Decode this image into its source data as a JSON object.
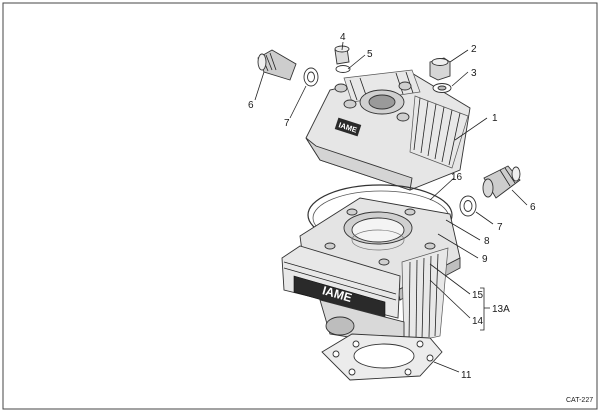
{
  "brand_head": "IAME",
  "brand_cylinder": "IAME",
  "catalog_code": "CAT-227",
  "callouts": [
    {
      "id": "c1",
      "label": "1"
    },
    {
      "id": "c2",
      "label": "2"
    },
    {
      "id": "c3",
      "label": "3"
    },
    {
      "id": "c4",
      "label": "4"
    },
    {
      "id": "c5",
      "label": "5"
    },
    {
      "id": "c6a",
      "label": "6"
    },
    {
      "id": "c6b",
      "label": "6"
    },
    {
      "id": "c7a",
      "label": "7"
    },
    {
      "id": "c7b",
      "label": "7"
    },
    {
      "id": "c8",
      "label": "8"
    },
    {
      "id": "c9",
      "label": "9"
    },
    {
      "id": "c11",
      "label": "11"
    },
    {
      "id": "c13a",
      "label": "13A"
    },
    {
      "id": "c14",
      "label": "14"
    },
    {
      "id": "c15",
      "label": "15"
    },
    {
      "id": "c16",
      "label": "16"
    }
  ],
  "colors": {
    "line": "#222222",
    "part_fill": "#e6e6e6",
    "shade": "#bdbdbd",
    "frame": "#444444"
  }
}
